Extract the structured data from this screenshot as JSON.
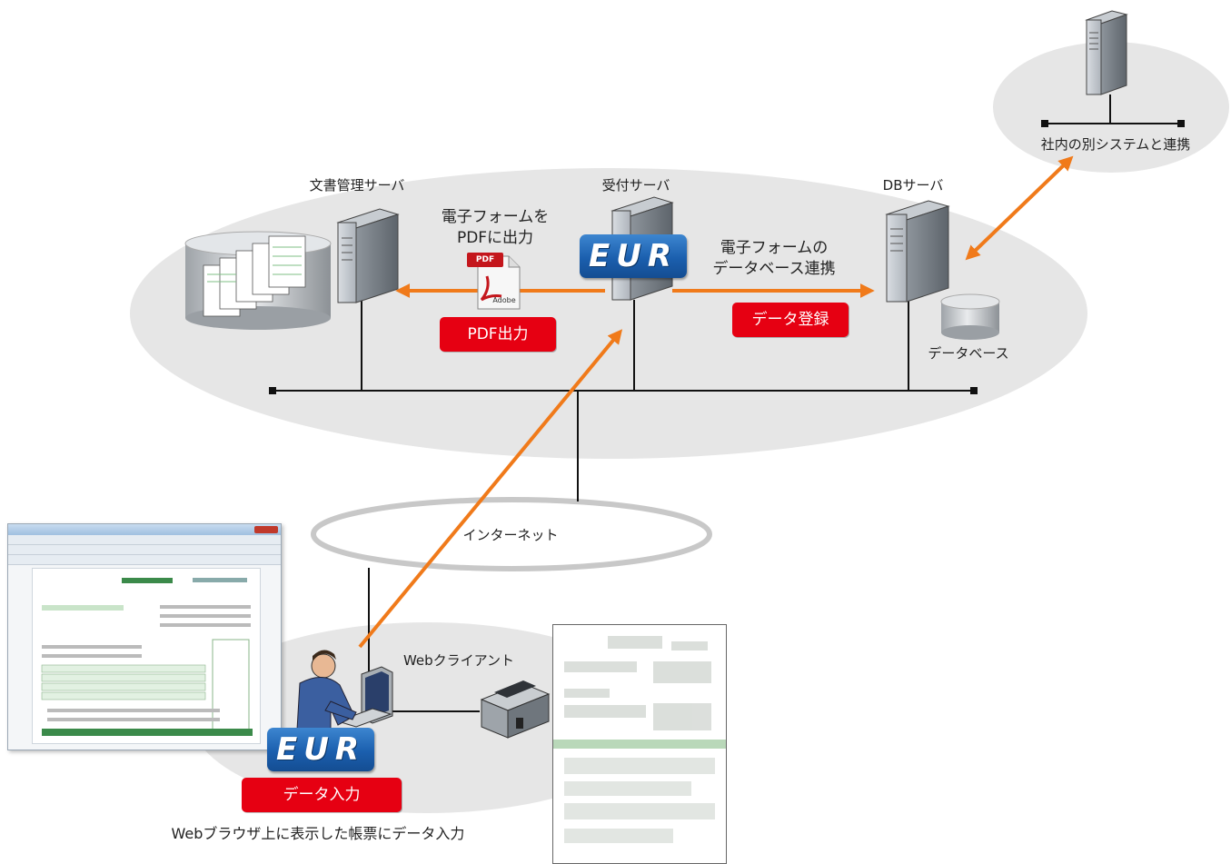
{
  "servers": {
    "doc_mgmt": "文書管理サーバ",
    "reception": "受付サーバ",
    "db": "DBサーバ"
  },
  "remote_system": "社内の別システムと連携",
  "flows": {
    "pdf_caption": "電子フォームを\nPDFに出力",
    "db_caption": "電子フォームの\nデータベース連携"
  },
  "badges": {
    "pdf_output": "PDF出力",
    "data_register": "データ登録",
    "data_input": "データ入力"
  },
  "database_label": "データベース",
  "internet_label": "インターネット",
  "client_label": "Webクライアント",
  "footer_caption": "Webブラウザ上に表示した帳票にデータ入力",
  "logos": {
    "eur": "EUR",
    "pdf_icon": "PDF",
    "adobe": "Adobe"
  },
  "colors": {
    "arrow": "#f07a1a",
    "badge": "#e60012",
    "cloud": "#e8e8e8",
    "eur_blue": "#1b5fae"
  }
}
